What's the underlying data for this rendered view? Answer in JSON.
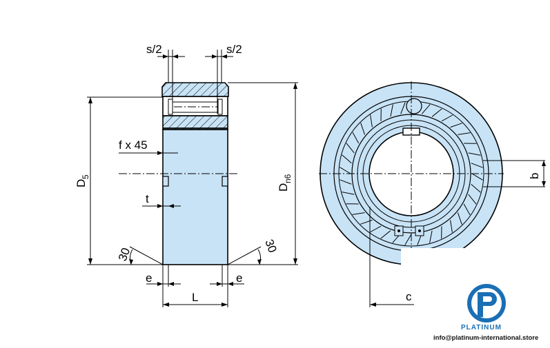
{
  "labels": {
    "s2_left": "s/2",
    "s2_right": "s/2",
    "f45": "f x 45",
    "t": "t",
    "d5_main": "D",
    "d5_sub": "5",
    "dn6_main": "D",
    "dn6_sub": "n6",
    "angle_left": "30",
    "angle_right": "30",
    "e_left": "e",
    "e_right": "e",
    "length": "L",
    "keyway_b": "b",
    "keyway_c": "c"
  },
  "brand": {
    "name": "PLATINUM",
    "email": "info@platinum-international.store",
    "logo_icon": "p-logo-icon"
  },
  "colors": {
    "body_fill": "#c8e3f6",
    "brand_blue": "#1a6fb5"
  }
}
